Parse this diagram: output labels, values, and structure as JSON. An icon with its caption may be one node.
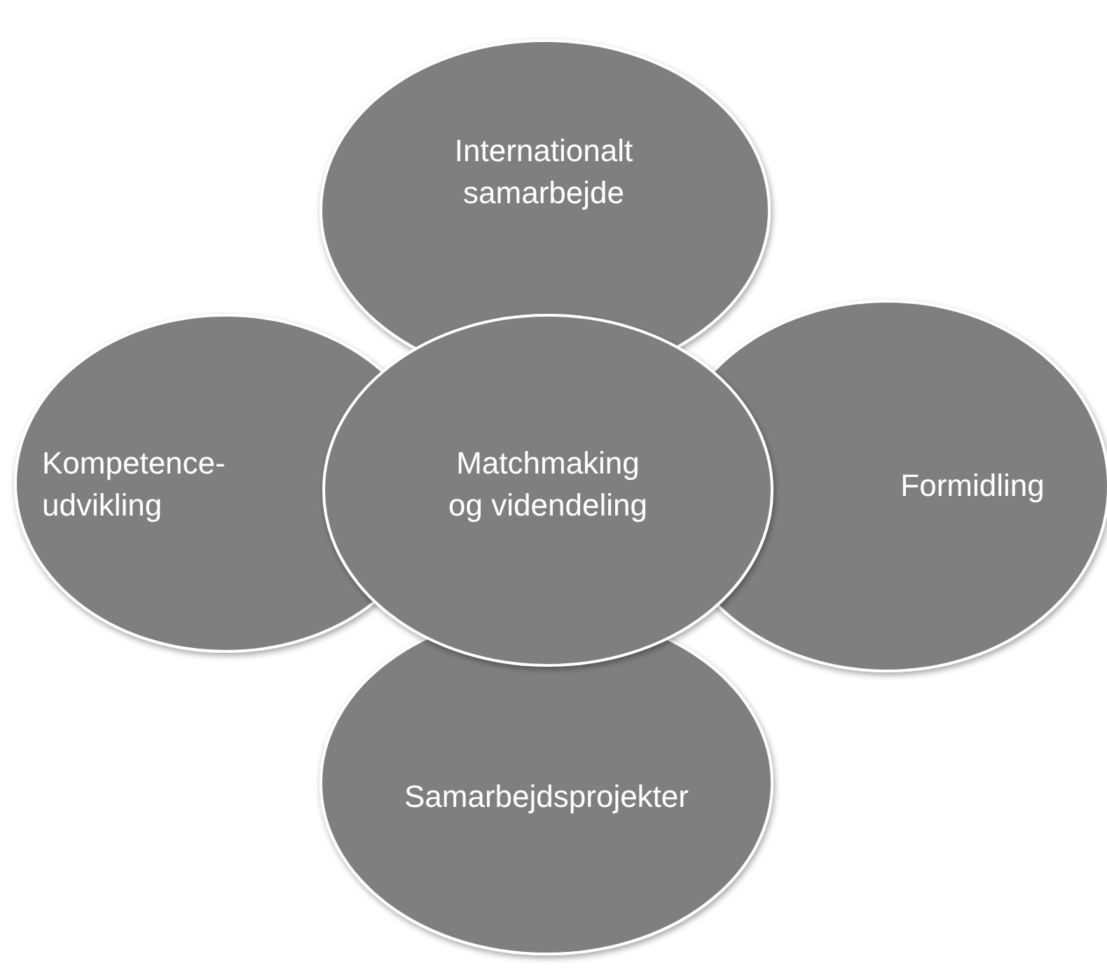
{
  "diagram": {
    "nodes": [
      {
        "text": [
          "Internationalt samarbejde"
        ]
      },
      {
        "text": [
          "Kompetence- udvikling"
        ]
      },
      {
        "text": [
          "Formidling"
        ]
      },
      {
        "text": [
          "Samarbejdsprojekter"
        ]
      },
      {
        "text": [
          "Matchmaking og videndeling"
        ]
      }
    ],
    "edges": []
  }
}
